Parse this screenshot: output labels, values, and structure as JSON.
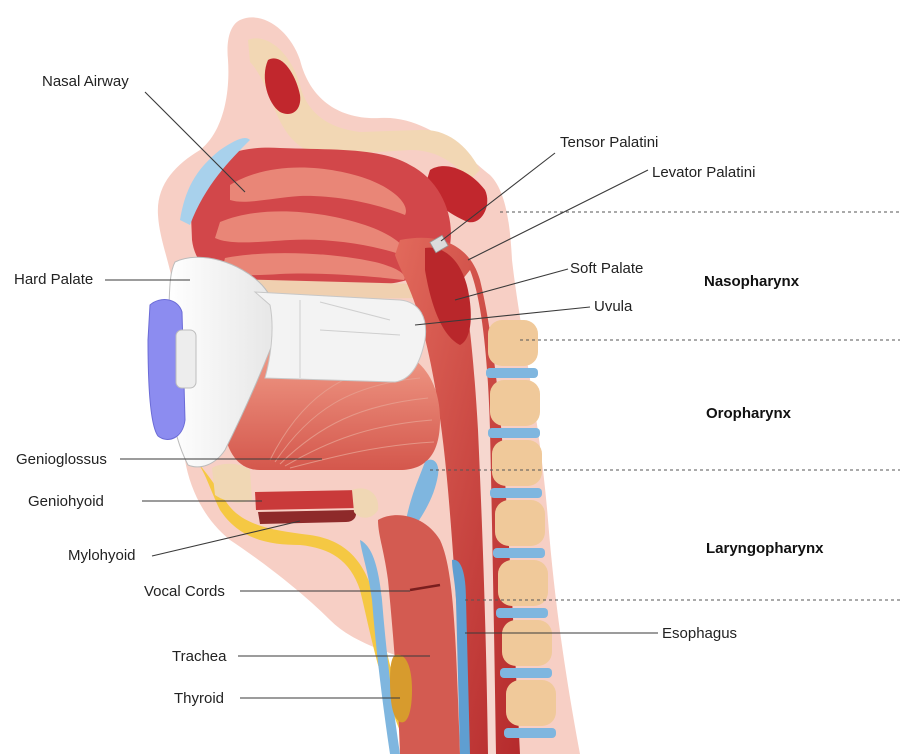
{
  "labels": {
    "nasal_airway": "Nasal Airway",
    "tensor_palatini": "Tensor Palatini",
    "levator_palatini": "Levator Palatini",
    "hard_palate": "Hard Palate",
    "soft_palate": "Soft Palate",
    "uvula": "Uvula",
    "genioglossus": "Genioglossus",
    "geniohyoid": "Geniohyoid",
    "mylohyoid": "Mylohyoid",
    "vocal_cords": "Vocal Cords",
    "esophagus": "Esophagus",
    "trachea": "Trachea",
    "thyroid": "Thyroid"
  },
  "regions": {
    "nasopharynx": "Nasopharynx",
    "oropharynx": "Oropharynx",
    "laryngopharynx": "Laryngopharynx"
  },
  "colors": {
    "skin": "#f4c3b8",
    "bone": "#f2d7b4",
    "muscle": "#c93a3a",
    "muscle_light": "#e27b6e",
    "airway_bone_highlight": "#9ec8e6",
    "vertebra": "#f0c99a",
    "disc": "#7fb6df",
    "fat": "#f5c843",
    "device": "#8c8cf0",
    "mask": "#f7f7f7"
  },
  "icons": {
    "airway_device": "cpap-mask-icon"
  }
}
